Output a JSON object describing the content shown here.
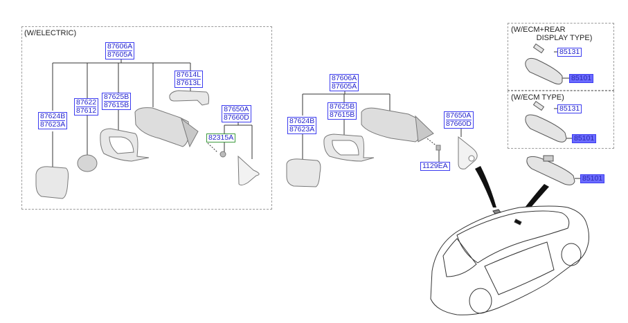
{
  "groups": {
    "electric": {
      "caption": "(W/ELECTRIC)"
    },
    "ecm_rear": {
      "caption": "(W/ECM+REAR\n            DISPLAY TYPE)"
    },
    "ecm": {
      "caption": "(W/ECM TYPE)"
    }
  },
  "part_numbers": {
    "electric_assy": [
      "87606A",
      "87605A"
    ],
    "electric_cover": [
      "87624B",
      "87623A"
    ],
    "electric_motor": [
      "87622",
      "87612"
    ],
    "electric_holder": [
      "87625B",
      "87615B"
    ],
    "electric_lamp": [
      "87614L",
      "87613L"
    ],
    "electric_garnish": [
      "87650A",
      "87660D"
    ],
    "electric_screw": "82315A",
    "manual_assy": [
      "87606A",
      "87605A"
    ],
    "manual_cover": [
      "87624B",
      "87623A"
    ],
    "manual_holder": [
      "87625B",
      "87615B"
    ],
    "manual_garnish": [
      "87650A",
      "87660D"
    ],
    "manual_screw": "1129EA",
    "ecm_rear_cover": "85131",
    "ecm_rear_mirror": "85101",
    "ecm_cover": "85131",
    "ecm_mirror": "85101",
    "inside_mirror": "85101"
  },
  "colors": {
    "label_border": "#3a3af0",
    "label_text": "#2222cc",
    "highlight": "#6b6bff",
    "screw_border": "#3c9a3c"
  }
}
